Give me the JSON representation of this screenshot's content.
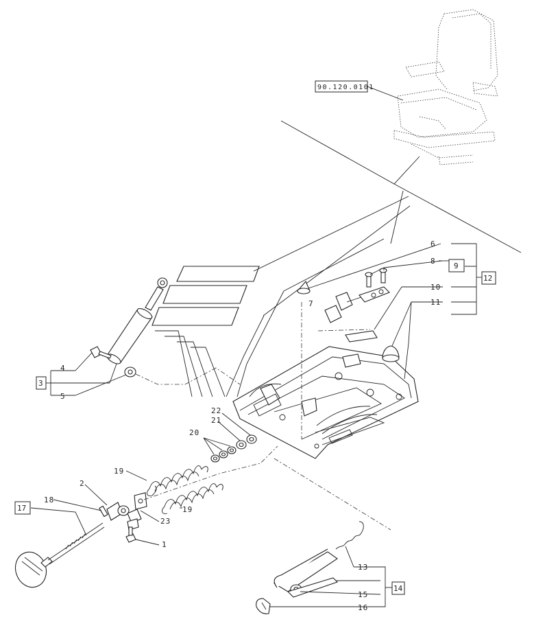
{
  "reference_box": {
    "text": "90.120.0101"
  },
  "callouts": [
    {
      "id": "c1",
      "text": "1"
    },
    {
      "id": "c2",
      "text": "2"
    },
    {
      "id": "c4",
      "text": "4"
    },
    {
      "id": "c5",
      "text": "5"
    },
    {
      "id": "c6",
      "text": "6"
    },
    {
      "id": "c7",
      "text": "7"
    },
    {
      "id": "c8",
      "text": "8"
    },
    {
      "id": "c10",
      "text": "10"
    },
    {
      "id": "c11",
      "text": "11"
    },
    {
      "id": "c13",
      "text": "13"
    },
    {
      "id": "c15",
      "text": "15"
    },
    {
      "id": "c16",
      "text": "16"
    },
    {
      "id": "c18",
      "text": "18"
    },
    {
      "id": "c19a",
      "text": "19"
    },
    {
      "id": "c19b",
      "text": "19"
    },
    {
      "id": "c20",
      "text": "20"
    },
    {
      "id": "c21",
      "text": "21"
    },
    {
      "id": "c22",
      "text": "22"
    },
    {
      "id": "c23",
      "text": "23"
    }
  ],
  "group_boxes": [
    {
      "id": "g3",
      "text": "3"
    },
    {
      "id": "g9",
      "text": "9"
    },
    {
      "id": "g12",
      "text": "12"
    },
    {
      "id": "g14",
      "text": "14"
    },
    {
      "id": "g17",
      "text": "17"
    }
  ]
}
